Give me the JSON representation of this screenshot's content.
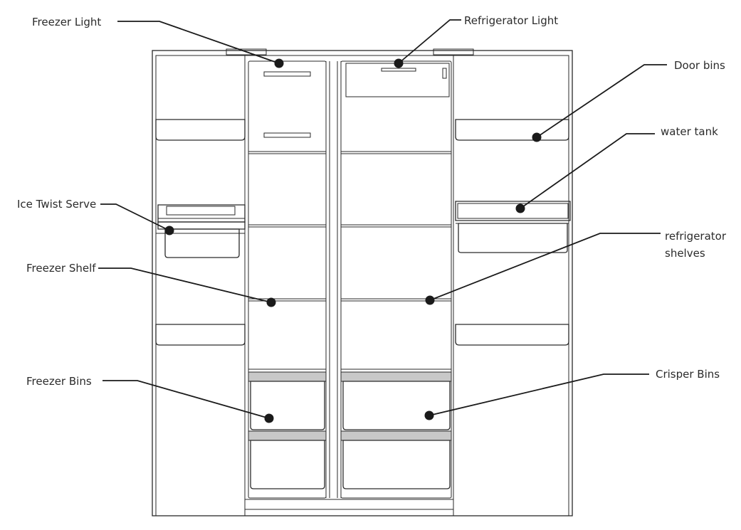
{
  "diagram": {
    "labels": {
      "freezer_light": "Freezer Light",
      "refrigerator_light": "Refrigerator Light",
      "door_bins": "Door bins",
      "water_tank": "water tank",
      "ice_twist_serve": "Ice Twist Serve",
      "refrigerator_shelves_line1": "refrigerator",
      "refrigerator_shelves_line2": "shelves",
      "freezer_shelf": "Freezer Shelf",
      "freezer_bins": "Freezer Bins",
      "crisper_bins": "Crisper Bins"
    },
    "colors": {
      "line": "#2a2a2a",
      "dot": "#1a1a1a",
      "bin_strip": "#c8c8c8",
      "text": "#2b2b2b"
    }
  }
}
